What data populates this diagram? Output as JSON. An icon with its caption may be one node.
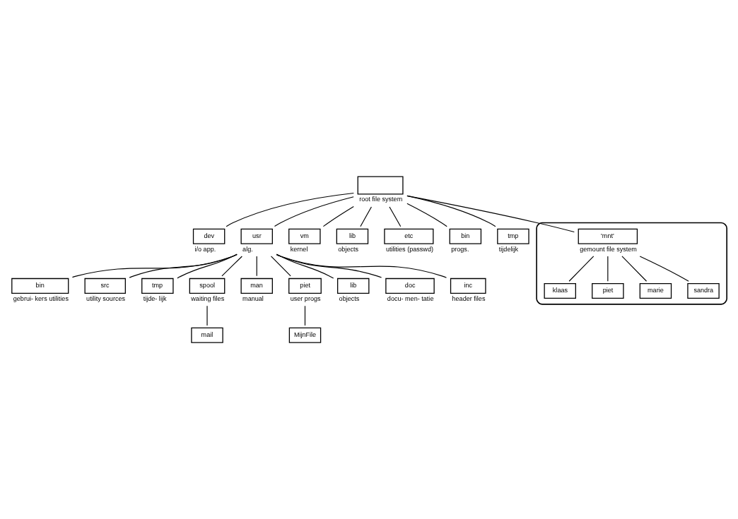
{
  "diagram": {
    "nodes": [
      {
        "text": [
          "root file system"
        ]
      },
      {
        "text": [
          "dev"
        ],
        "beside": [
          "i/o app."
        ]
      },
      {
        "text": [
          "usr"
        ],
        "beside": [
          "alg."
        ]
      },
      {
        "text": [
          "vm"
        ],
        "beside": [
          "kernel"
        ]
      },
      {
        "text": [
          "lib"
        ],
        "beside": [
          "objects"
        ]
      },
      {
        "text": [
          "etc"
        ],
        "beside": [
          "utilities (passwd)"
        ]
      },
      {
        "text": [
          "bin"
        ],
        "beside": [
          "progs."
        ]
      },
      {
        "text": [
          "tmp"
        ],
        "beside": [
          "tijdelijk"
        ]
      },
      {
        "text": [],
        "shape": "cloud"
      },
      {
        "text": [
          "'mnt'"
        ],
        "beside": [
          "gemount file system"
        ],
        "in": 8
      },
      {
        "text": [
          "klaas"
        ],
        "in": 8
      },
      {
        "text": [
          "piet"
        ],
        "in": 8
      },
      {
        "text": [
          "marie"
        ],
        "in": 8
      },
      {
        "text": [
          "sandra"
        ],
        "in": 8
      },
      {
        "text": [
          "bin"
        ],
        "beside": [
          "gebrui- kers utilities"
        ]
      },
      {
        "text": [
          "src"
        ],
        "beside": [
          "utility sources"
        ]
      },
      {
        "text": [
          "tmp"
        ],
        "beside": [
          "tijde- lijk"
        ]
      },
      {
        "text": [
          "spool"
        ],
        "beside": [
          "waiting files"
        ]
      },
      {
        "text": [
          "man"
        ],
        "beside": [
          "manual"
        ]
      },
      {
        "text": [
          "piet"
        ],
        "beside": [
          "user progs"
        ]
      },
      {
        "text": [
          "lib"
        ],
        "beside": [
          "objects"
        ]
      },
      {
        "text": [
          "doc"
        ],
        "beside": [
          "docu- men- tatie"
        ]
      },
      {
        "text": [
          "inc"
        ],
        "beside": [
          "header files"
        ]
      },
      {
        "text": [
          "mail"
        ]
      },
      {
        "text": [
          "MijnFile"
        ]
      }
    ],
    "edges": [
      {
        "from": 0,
        "to": 1,
        "arrow": "none"
      },
      {
        "from": 0,
        "to": 2,
        "arrow": "none"
      },
      {
        "from": 0,
        "to": 3,
        "arrow": "none"
      },
      {
        "from": 0,
        "to": 4,
        "arrow": "none"
      },
      {
        "from": 0,
        "to": 5,
        "arrow": "none"
      },
      {
        "from": 0,
        "to": 6,
        "arrow": "none"
      },
      {
        "from": 0,
        "to": 7,
        "arrow": "none"
      },
      {
        "from": 0,
        "to": 9,
        "arrow": "none"
      },
      {
        "from": 9,
        "to": 10,
        "arrow": "none"
      },
      {
        "from": 9,
        "to": 11,
        "arrow": "none"
      },
      {
        "from": 9,
        "to": 12,
        "arrow": "none"
      },
      {
        "from": 9,
        "to": 13,
        "arrow": "none"
      },
      {
        "from": 2,
        "to": 14,
        "arrow": "none"
      },
      {
        "from": 2,
        "to": 15,
        "arrow": "none"
      },
      {
        "from": 2,
        "to": 16,
        "arrow": "none"
      },
      {
        "from": 2,
        "to": 17,
        "arrow": "none"
      },
      {
        "from": 2,
        "to": 18,
        "arrow": "none"
      },
      {
        "from": 2,
        "to": 19,
        "arrow": "none"
      },
      {
        "from": 2,
        "to": 20,
        "arrow": "none"
      },
      {
        "from": 2,
        "to": 21,
        "arrow": "none"
      },
      {
        "from": 2,
        "to": 22,
        "arrow": "none"
      },
      {
        "from": 17,
        "to": 23,
        "arrow": "none"
      },
      {
        "from": 19,
        "to": 24,
        "arrow": "none"
      }
    ]
  }
}
